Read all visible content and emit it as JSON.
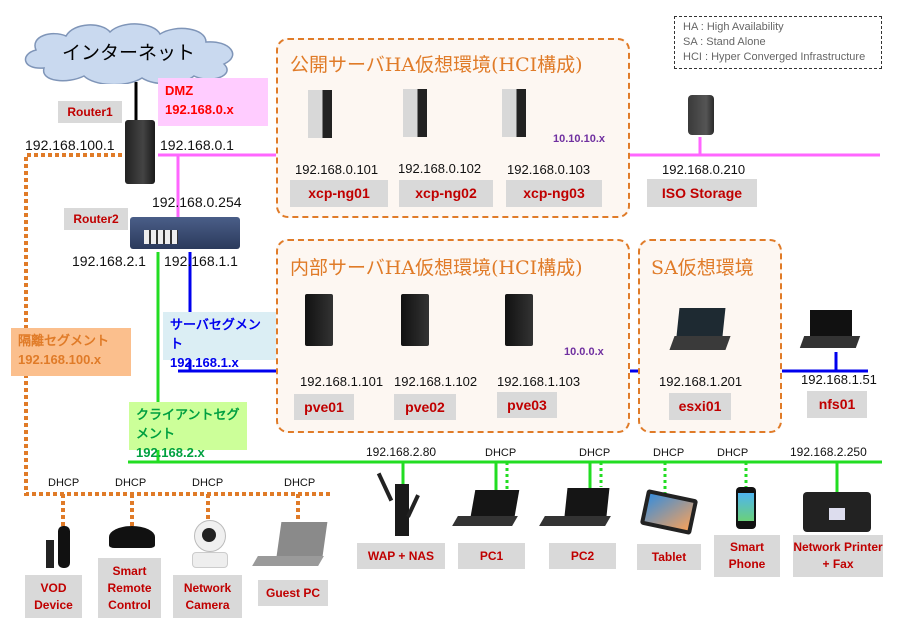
{
  "internet": {
    "label": "インターネット"
  },
  "legend": {
    "lines": [
      "HA : High Availability",
      "SA  : Stand Alone",
      "HCI : Hyper Converged Infrastructure"
    ]
  },
  "routers": {
    "router1": {
      "label": "Router1",
      "ip_left": "192.168.100.1",
      "ip_right": "192.168.0.1"
    },
    "router2": {
      "label": "Router2",
      "ip_top": "192.168.0.254",
      "ip_left": "192.168.2.1",
      "ip_right": "192.168.1.1"
    }
  },
  "segments": {
    "dmz": {
      "name": "DMZ",
      "subnet": "192.168.0.x",
      "color": "#ff66ff"
    },
    "server": {
      "name": "サーバセグメント",
      "subnet": "192.168.1.x",
      "color": "#0000ee"
    },
    "client": {
      "name": "クライアントセグメント",
      "subnet": "192.168.2.x",
      "color": "#22dd22"
    },
    "isolated": {
      "name": "隔離セグメント",
      "subnet": "192.168.100.x",
      "color": "#e07b28"
    }
  },
  "environments": {
    "public_ha": {
      "title": "公開サーバHA仮想環境(HCI構成)",
      "internal_net": "10.10.10.x",
      "nodes": [
        {
          "ip": "192.168.0.101",
          "name": "xcp-ng01"
        },
        {
          "ip": "192.168.0.102",
          "name": "xcp-ng02"
        },
        {
          "ip": "192.168.0.103",
          "name": "xcp-ng03"
        }
      ]
    },
    "internal_ha": {
      "title": "内部サーバHA仮想環境(HCI構成)",
      "internal_net": "10.0.0.x",
      "nodes": [
        {
          "ip": "192.168.1.101",
          "name": "pve01"
        },
        {
          "ip": "192.168.1.102",
          "name": "pve02"
        },
        {
          "ip": "192.168.1.103",
          "name": "pve03"
        }
      ]
    },
    "sa": {
      "title": "SA仮想環境",
      "nodes": [
        {
          "ip": "192.168.1.201",
          "name": "esxi01"
        }
      ]
    }
  },
  "standalone_hosts": {
    "iso_storage": {
      "ip": "192.168.0.210",
      "name": "ISO Storage"
    },
    "nfs": {
      "ip": "192.168.1.51",
      "name": "nfs01"
    }
  },
  "client_devices": [
    {
      "ip": "192.168.2.80",
      "name": "WAP + NAS"
    },
    {
      "ip": "DHCP",
      "name": "PC1"
    },
    {
      "ip": "DHCP",
      "name": "PC2"
    },
    {
      "ip": "DHCP",
      "name": "Tablet"
    },
    {
      "ip": "DHCP",
      "name": "Smart Phone"
    },
    {
      "ip": "192.168.2.250",
      "name": "Network Printer + Fax"
    }
  ],
  "isolated_devices": [
    {
      "ip": "DHCP",
      "name": "VOD Device"
    },
    {
      "ip": "DHCP",
      "name": "Smart Remote Control"
    },
    {
      "ip": "DHCP",
      "name": "Network Camera"
    },
    {
      "ip": "DHCP",
      "name": "Guest PC"
    }
  ]
}
